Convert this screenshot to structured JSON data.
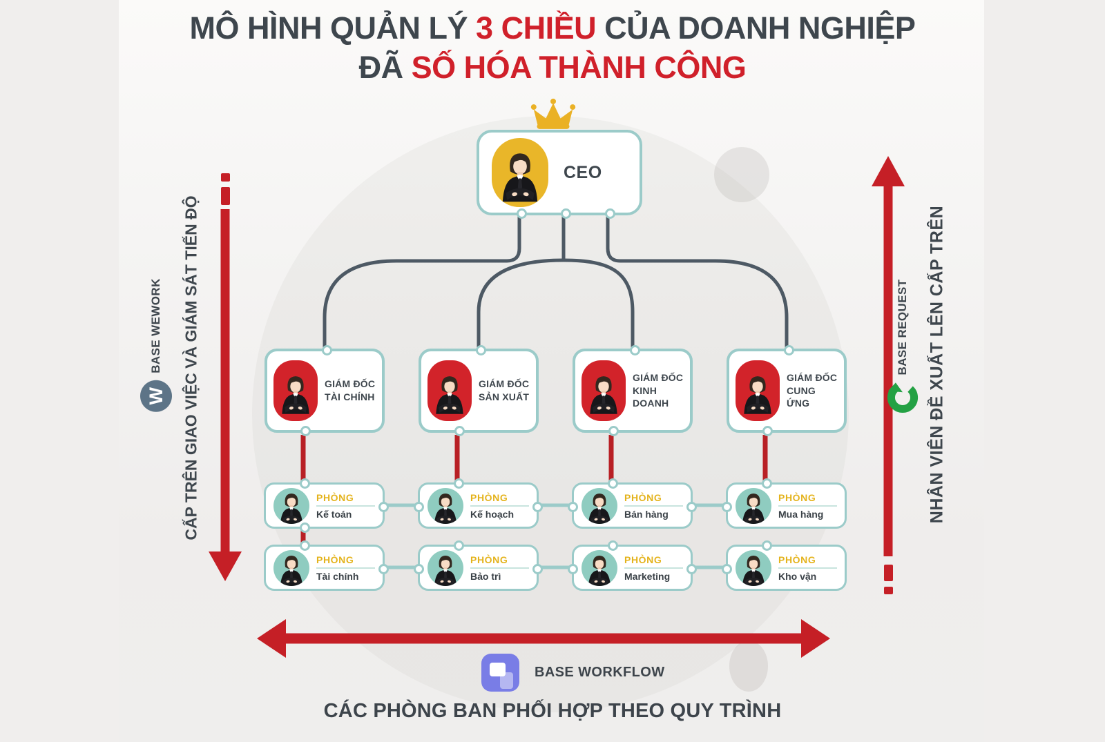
{
  "title": {
    "l1a": "MÔ HÌNH QUẢN LÝ ",
    "l1b": "3 CHIỀU",
    "l1c": " CỦA DOANH NGHIỆP",
    "l2a": "ĐÃ ",
    "l2b": "SỐ HÓA THÀNH CÔNG"
  },
  "ceo": {
    "label": "CEO"
  },
  "directors": [
    {
      "role": "GIÁM ĐỐC",
      "name": "TÀI CHÍNH"
    },
    {
      "role": "GIÁM ĐỐC",
      "name": "SẢN XUẤT"
    },
    {
      "role": "GIÁM ĐỐC",
      "name": "KINH DOANH"
    },
    {
      "role": "GIÁM ĐỐC",
      "name": "CUNG ỨNG"
    }
  ],
  "departments": {
    "row1": [
      {
        "label": "PHÒNG",
        "name": "Kế toán"
      },
      {
        "label": "PHÒNG",
        "name": "Kế hoạch"
      },
      {
        "label": "PHÒNG",
        "name": "Bán hàng"
      },
      {
        "label": "PHÒNG",
        "name": "Mua hàng"
      }
    ],
    "row2": [
      {
        "label": "PHÒNG",
        "name": "Tài chính"
      },
      {
        "label": "PHÒNG",
        "name": "Bảo trì"
      },
      {
        "label": "PHÒNG",
        "name": "Marketing"
      },
      {
        "label": "PHÒNG",
        "name": "Kho vận"
      }
    ]
  },
  "axes": {
    "left": {
      "label": "CẤP TRÊN GIAO VIỆC VÀ GIÁM SÁT TIẾN ĐỘ",
      "product": "BASE WEWORK",
      "badge_letter": "W"
    },
    "right": {
      "label": "NHÂN VIÊN ĐỀ XUẤT LÊN CẤP TRÊN",
      "product": "BASE REQUEST"
    },
    "bottom": {
      "label": "CÁC PHÒNG BAN PHỐI HỢP THEO QUY TRÌNH",
      "product": "BASE WORKFLOW"
    }
  },
  "colors": {
    "title_red": "#d0202a",
    "arrow_red": "#c51f26",
    "connector_red": "#b82025",
    "teal_border": "#9bcbc9",
    "dept_gold": "#e4b31c",
    "ceo_gold": "#e9b629",
    "avatar_red": "#d2232a",
    "dark_text": "#3e464d",
    "connector_dark": "#4d5964",
    "wework_slate": "#5d7487",
    "request_green": "#24a144",
    "workflow_purple": "#797de6"
  }
}
